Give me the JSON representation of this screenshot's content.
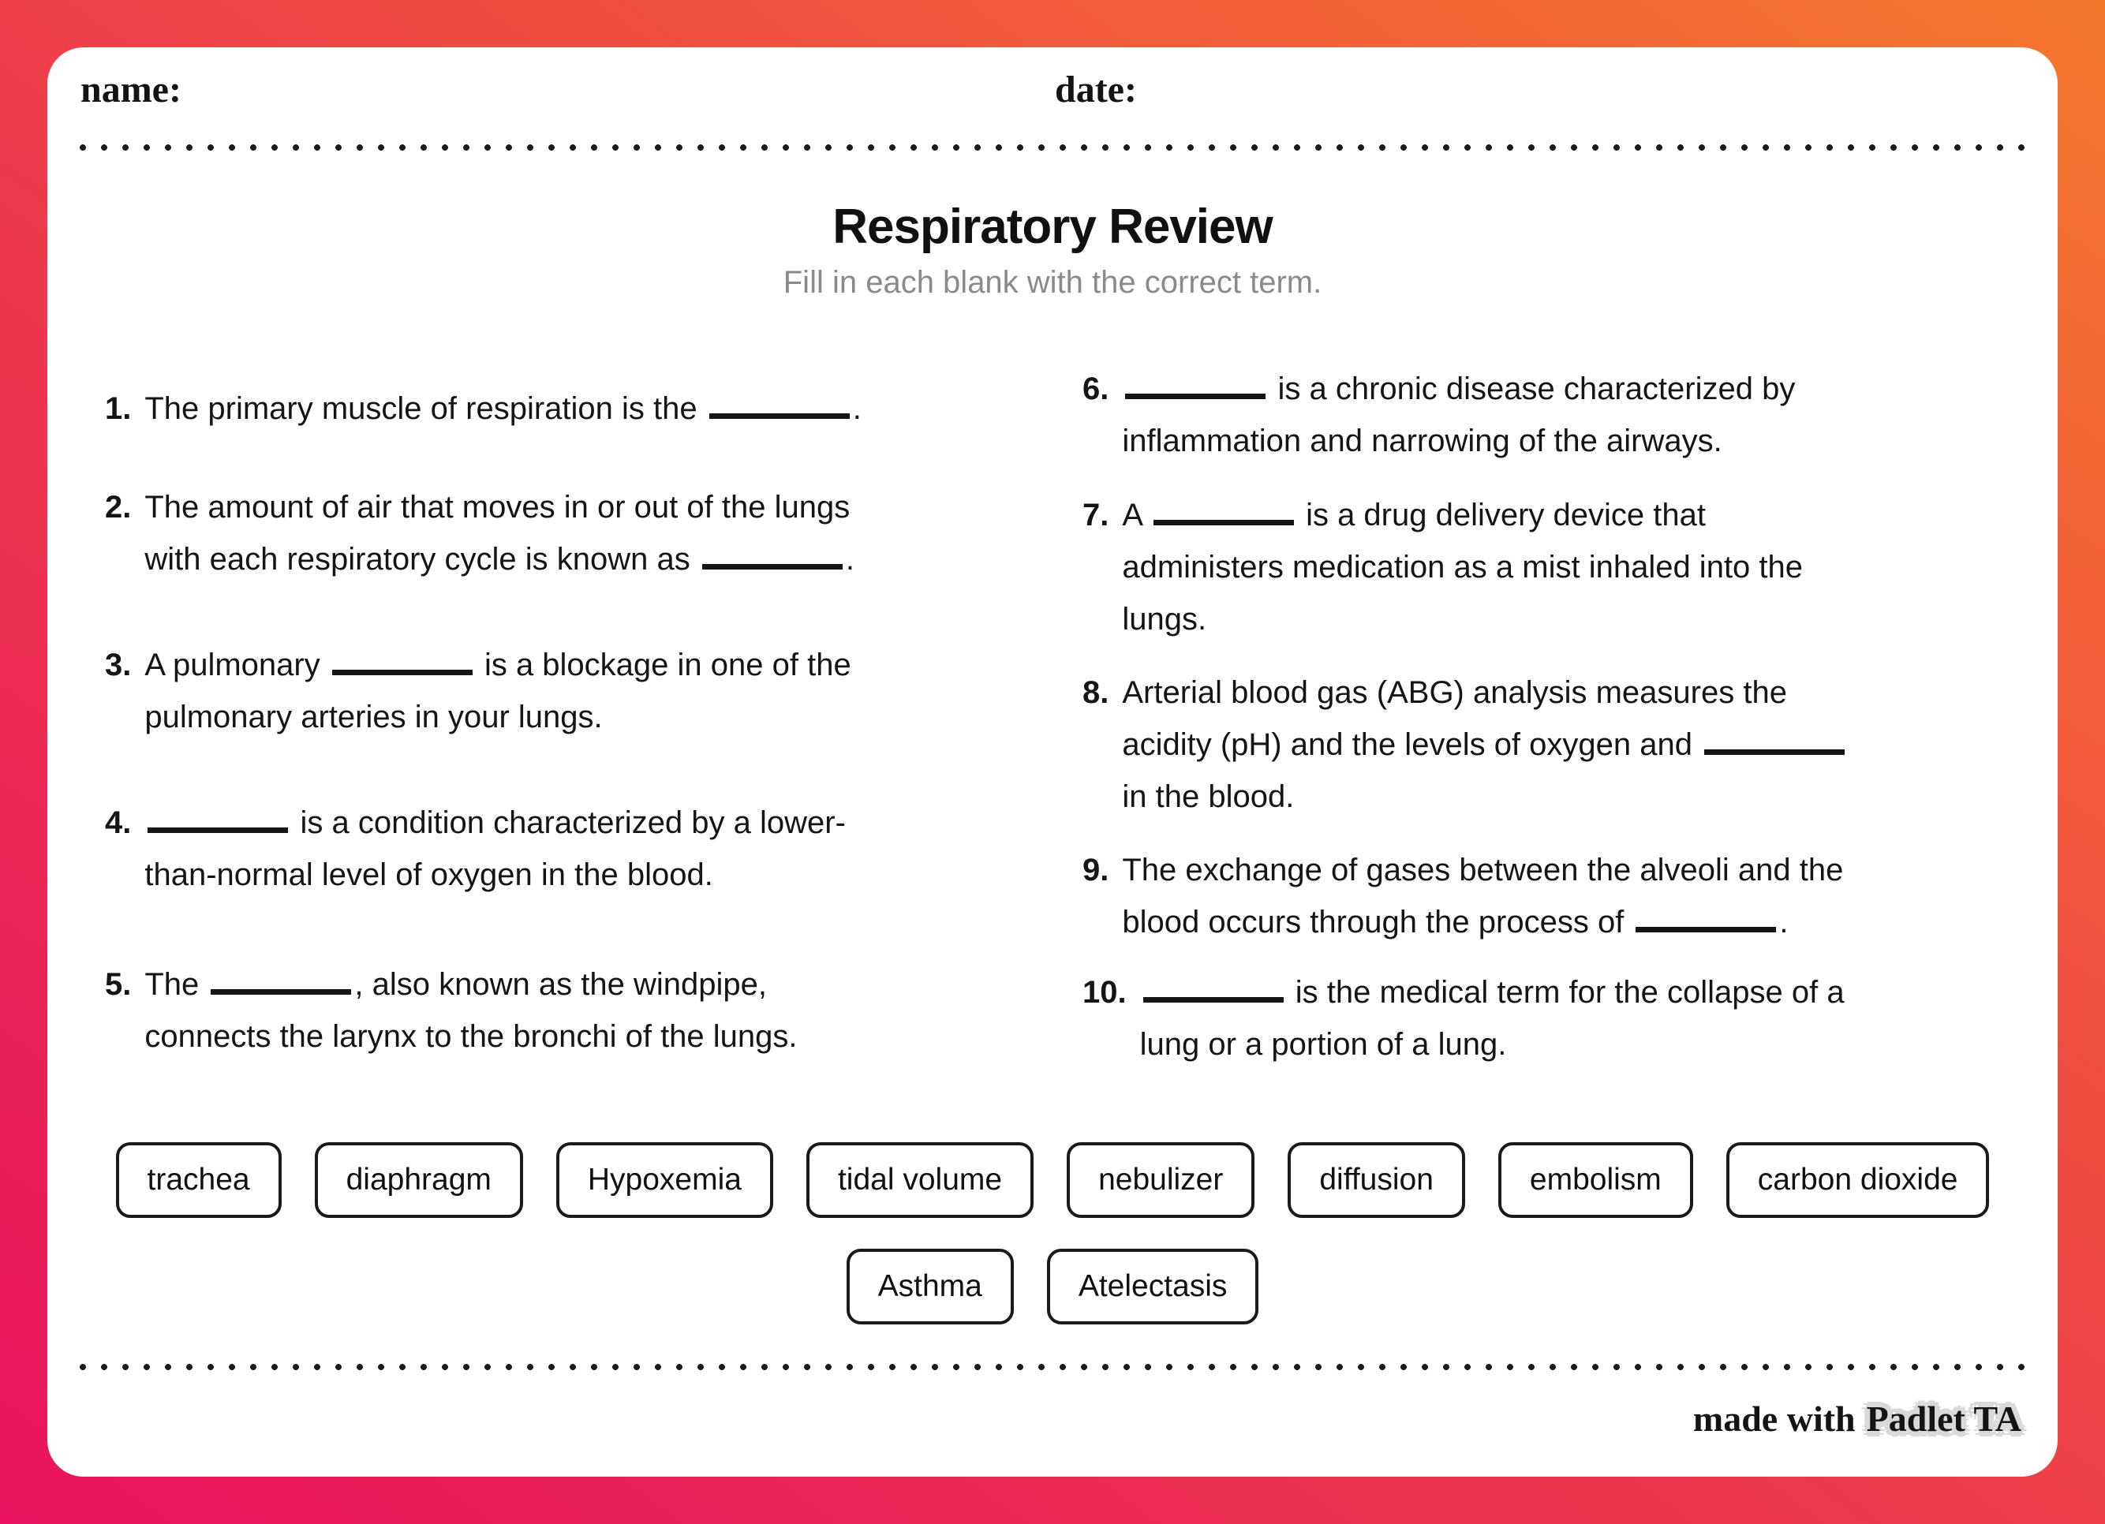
{
  "page": {
    "name_label": "name:",
    "date_label": "date:",
    "title": "Respiratory Review",
    "subtitle": "Fill in each blank with the correct term.",
    "made_with_label": "made with",
    "brand_label": "Padlet TA",
    "colors": {
      "background_gradient_start": "#e9135f",
      "background_gradient_mid": "#ee4148",
      "background_gradient_end": "#f4772c",
      "card": "#ffffff",
      "text": "#151515",
      "subtitle_gray": "#8a8a8a"
    }
  },
  "questions": {
    "left": [
      {
        "number": "1.",
        "text": "The primary muscle of respiration is the _____."
      },
      {
        "number": "2.",
        "text": "The amount of air that moves in or out of the lungs\nwith each respiratory cycle is known as _____."
      },
      {
        "number": "3.",
        "text": "A pulmonary _____ is a blockage in one of the\npulmonary arteries in your lungs."
      },
      {
        "number": "4.",
        "text": "_____ is a condition characterized by a lower-\nthan-normal level of oxygen in the blood."
      },
      {
        "number": "5.",
        "text": "The _____, also known as the windpipe,\nconnects the larynx to the bronchi of the lungs."
      }
    ],
    "right": [
      {
        "number": "6.",
        "text": "_____ is a chronic disease characterized by\ninflammation and narrowing of the airways."
      },
      {
        "number": "7.",
        "text": "A _____ is a drug delivery device that\nadministers medication as a mist inhaled into the\nlungs."
      },
      {
        "number": "8.",
        "text": "Arterial blood gas (ABG) analysis measures the\nacidity (pH) and the levels of oxygen and _____\nin the blood."
      },
      {
        "number": "9.",
        "text": "The exchange of gases between the alveoli and the\nblood occurs through the process of _____."
      },
      {
        "number": "10.",
        "text": "_____ is the medical term for the collapse of a\nlung or a portion of a lung."
      }
    ]
  },
  "word_bank": {
    "row1": [
      "trachea",
      "diaphragm",
      "Hypoxemia",
      "tidal volume",
      "nebulizer",
      "diffusion",
      "embolism",
      "carbon dioxide"
    ],
    "row2": [
      "Asthma",
      "Atelectasis"
    ]
  }
}
